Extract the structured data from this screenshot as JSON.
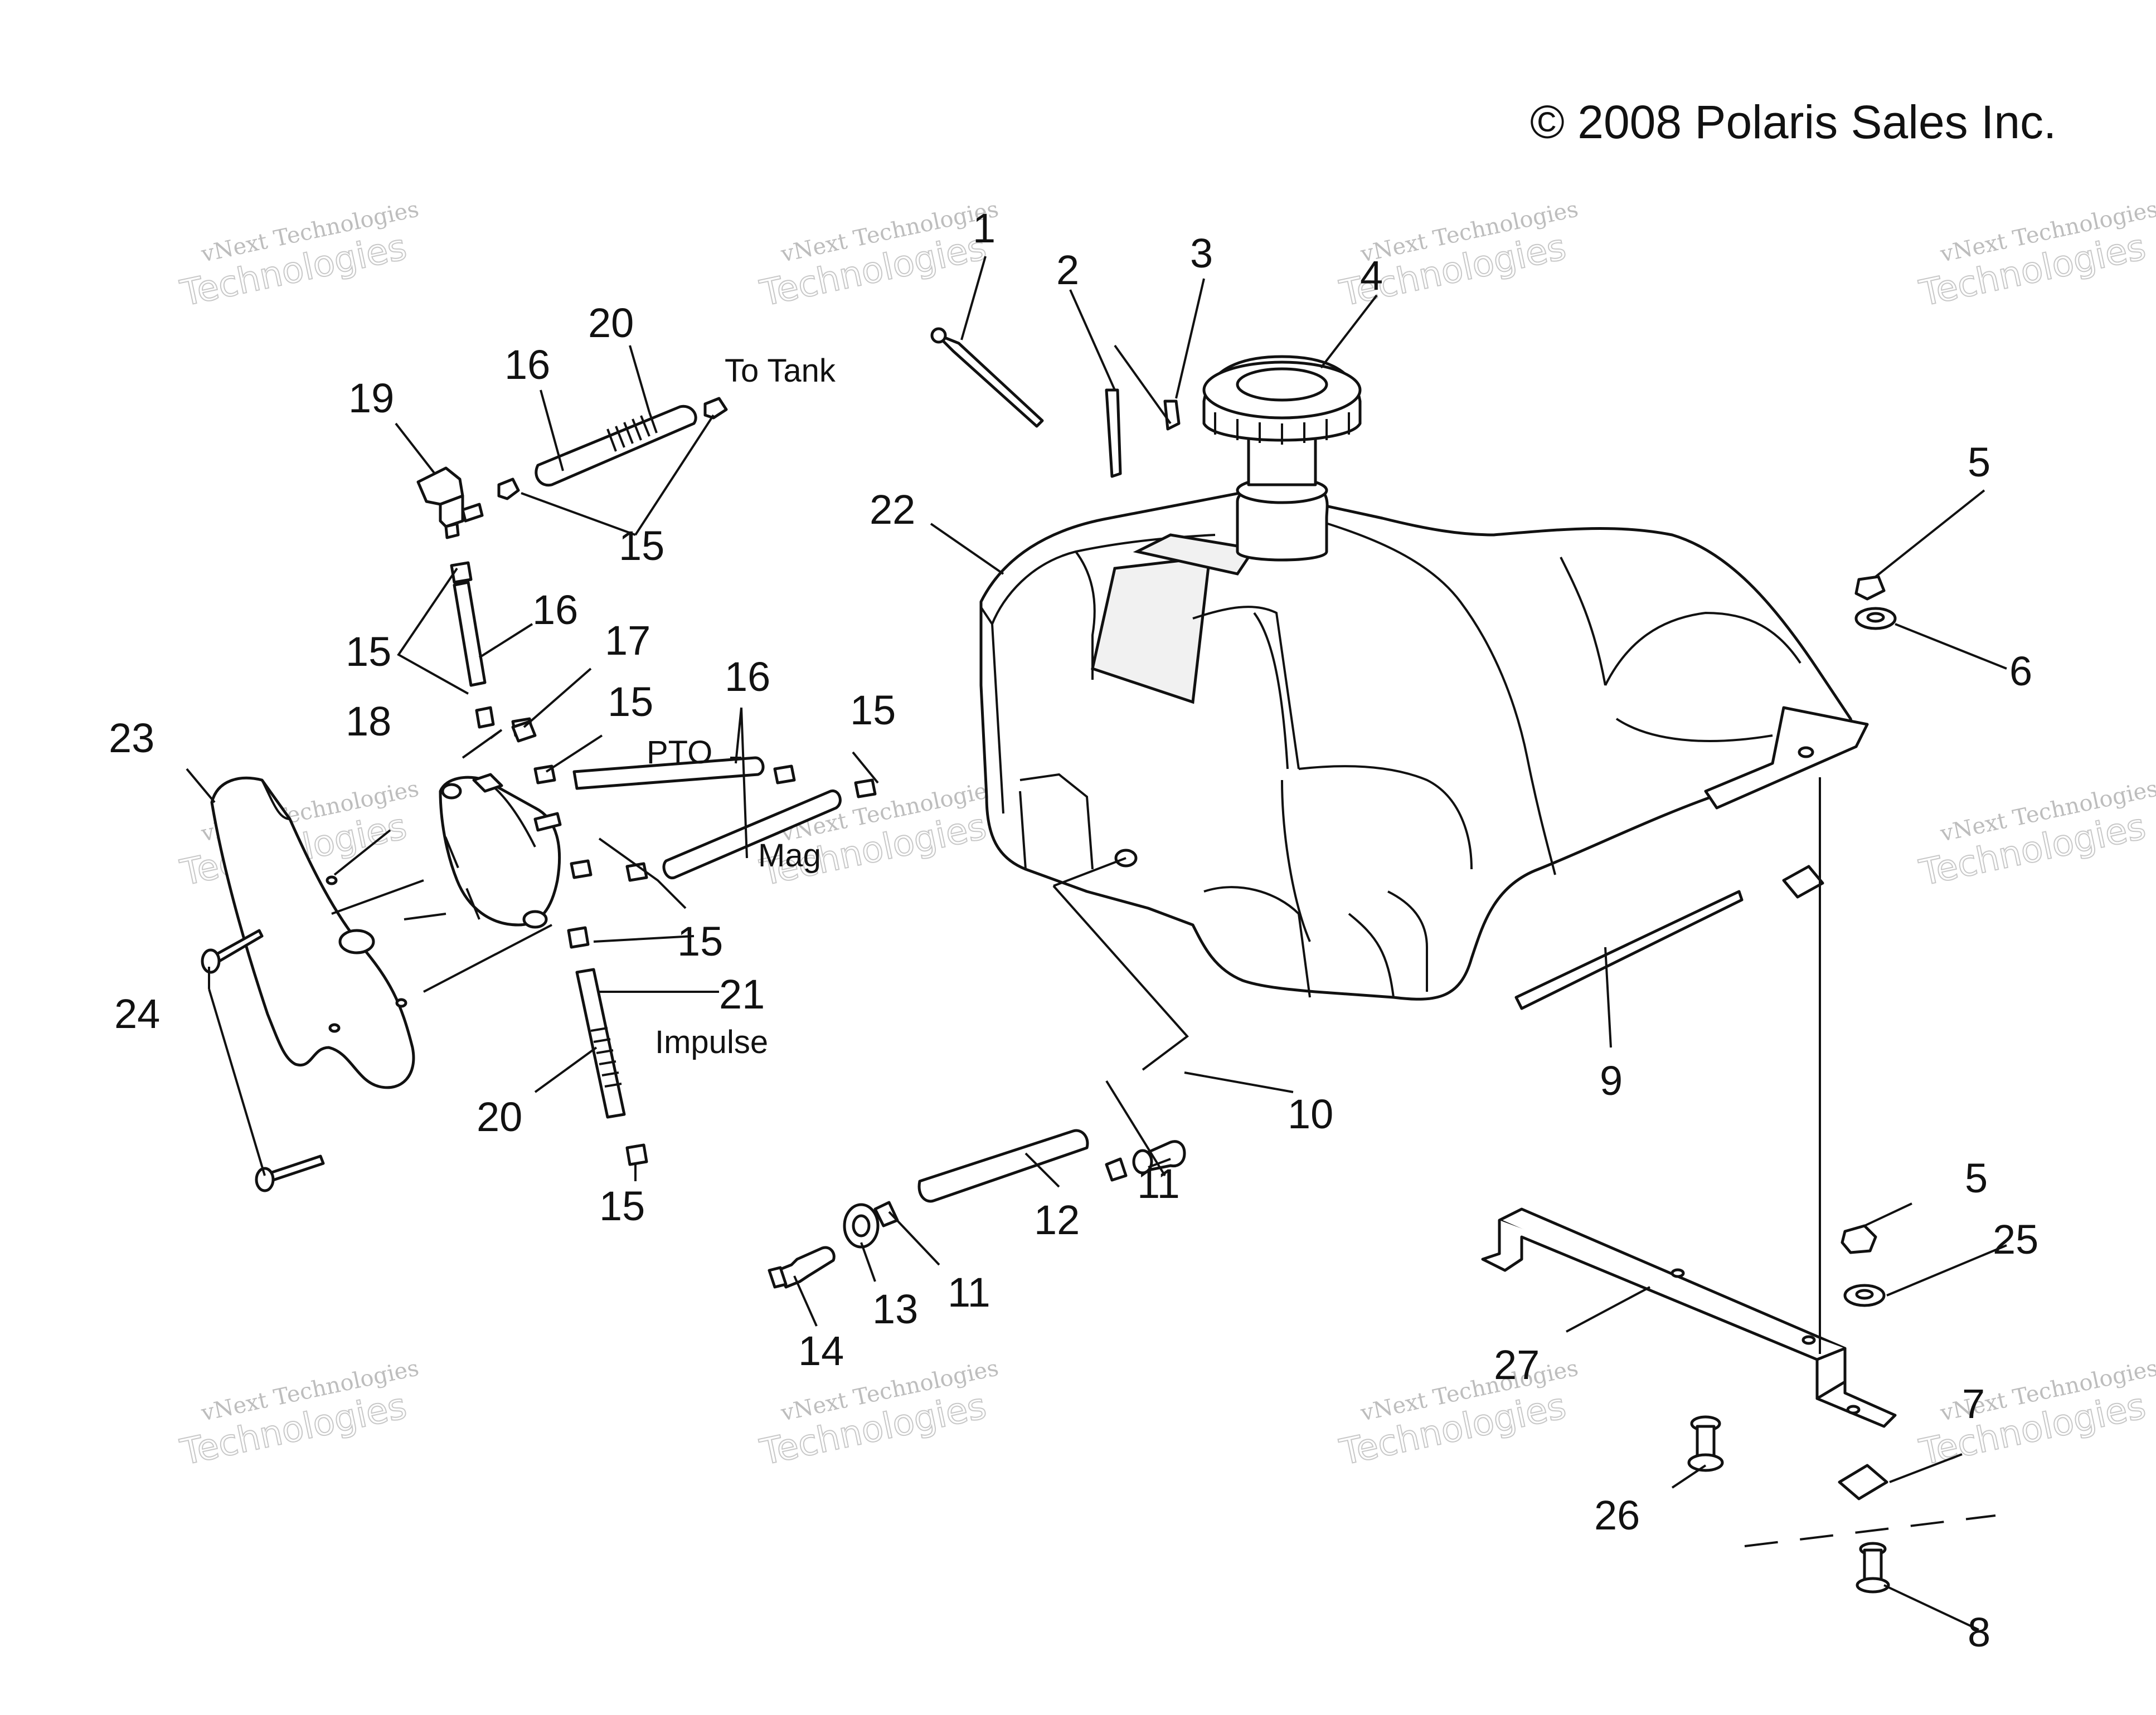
{
  "copyright": "© 2008 Polaris Sales Inc.",
  "watermark": {
    "line1": "vNext Technologies",
    "line2": "vNext",
    "line3": "Technologies"
  },
  "callouts": {
    "n1": "1",
    "n2": "2",
    "n3": "3",
    "n4": "4",
    "n5a": "5",
    "n5b": "5",
    "n6": "6",
    "n7": "7",
    "n8": "8",
    "n9": "9",
    "n10": "10",
    "n11a": "11",
    "n11b": "11",
    "n12": "12",
    "n13": "13",
    "n14": "14",
    "n15a": "15",
    "n15b": "15",
    "n15c": "15",
    "n15d": "15",
    "n15e": "15",
    "n15f": "15",
    "n16a": "16",
    "n16b": "16",
    "n16c": "16",
    "n17": "17",
    "n18": "18",
    "n19": "19",
    "n20a": "20",
    "n20b": "20",
    "n21": "21",
    "n22": "22",
    "n23": "23",
    "n24": "24",
    "n25": "25",
    "n26": "26",
    "n27": "27"
  },
  "labels": {
    "to_tank": "To Tank",
    "pto": "PTO",
    "mag": "Mag",
    "impulse": "Impulse"
  }
}
